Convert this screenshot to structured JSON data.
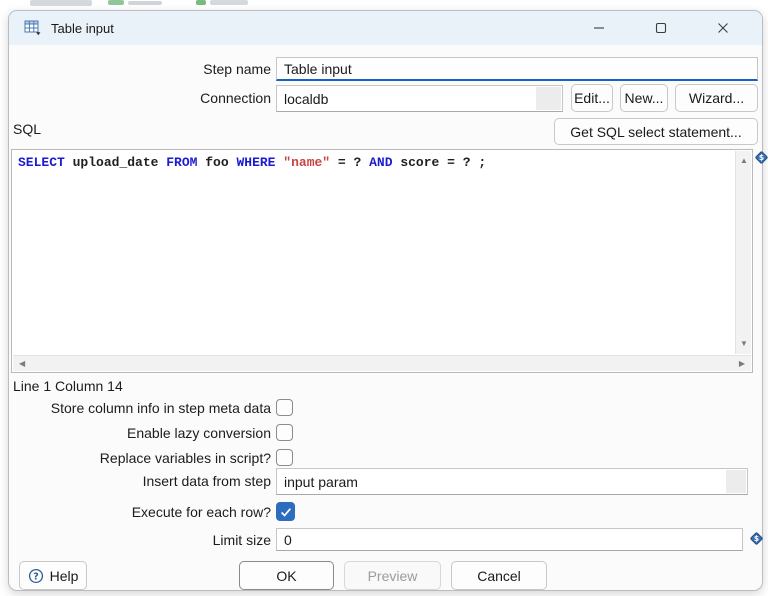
{
  "window": {
    "title": "Table input"
  },
  "form": {
    "step_name": {
      "label": "Step name",
      "value": "Table input"
    },
    "connection": {
      "label": "Connection",
      "value": "localdb",
      "edit_button": "Edit...",
      "new_button": "New...",
      "wizard_button": "Wizard..."
    },
    "sql_section": {
      "label": "SQL",
      "get_sql_button": "Get SQL select statement..."
    },
    "status_line": "Line 1 Column 14",
    "checkboxes": [
      {
        "label": "Store column info in step meta data",
        "checked": false
      },
      {
        "label": "Enable lazy conversion",
        "checked": false
      },
      {
        "label": "Replace variables in script?",
        "checked": false
      }
    ],
    "insert_data_from_step": {
      "label": "Insert data from step",
      "value": "input param"
    },
    "execute_for_each_row": {
      "label": "Execute for each row?",
      "checked": true
    },
    "limit_size": {
      "label": "Limit size",
      "value": "0"
    }
  },
  "sql_editor": {
    "text": "SELECT upload_date FROM foo WHERE \"name\" = ? AND score = ? ;",
    "tokens": [
      {
        "t": "SELECT",
        "c": "kw"
      },
      {
        "t": " upload_date ",
        "c": "pl"
      },
      {
        "t": "FROM",
        "c": "kw"
      },
      {
        "t": " foo ",
        "c": "pl"
      },
      {
        "t": "WHERE",
        "c": "kw"
      },
      {
        "t": " ",
        "c": "pl"
      },
      {
        "t": "\"name\"",
        "c": "str"
      },
      {
        "t": " = ? ",
        "c": "pl"
      },
      {
        "t": "AND",
        "c": "kw"
      },
      {
        "t": " score = ? ;",
        "c": "pl"
      }
    ]
  },
  "footer": {
    "help": "Help",
    "ok": "OK",
    "preview": "Preview",
    "cancel": "Cancel"
  },
  "icons": {
    "scroll_up": "▲",
    "scroll_down": "▼",
    "scroll_left": "◀",
    "scroll_right": "▶",
    "variable_dollar": "$",
    "help_qmark": "?"
  },
  "colors": {
    "accent": "#1565c0",
    "titlebar": "#e9f2f9",
    "keyword_blue": "#1b1bd2",
    "string_red": "#c94444",
    "checkbox_checked": "#2e6cbf"
  }
}
